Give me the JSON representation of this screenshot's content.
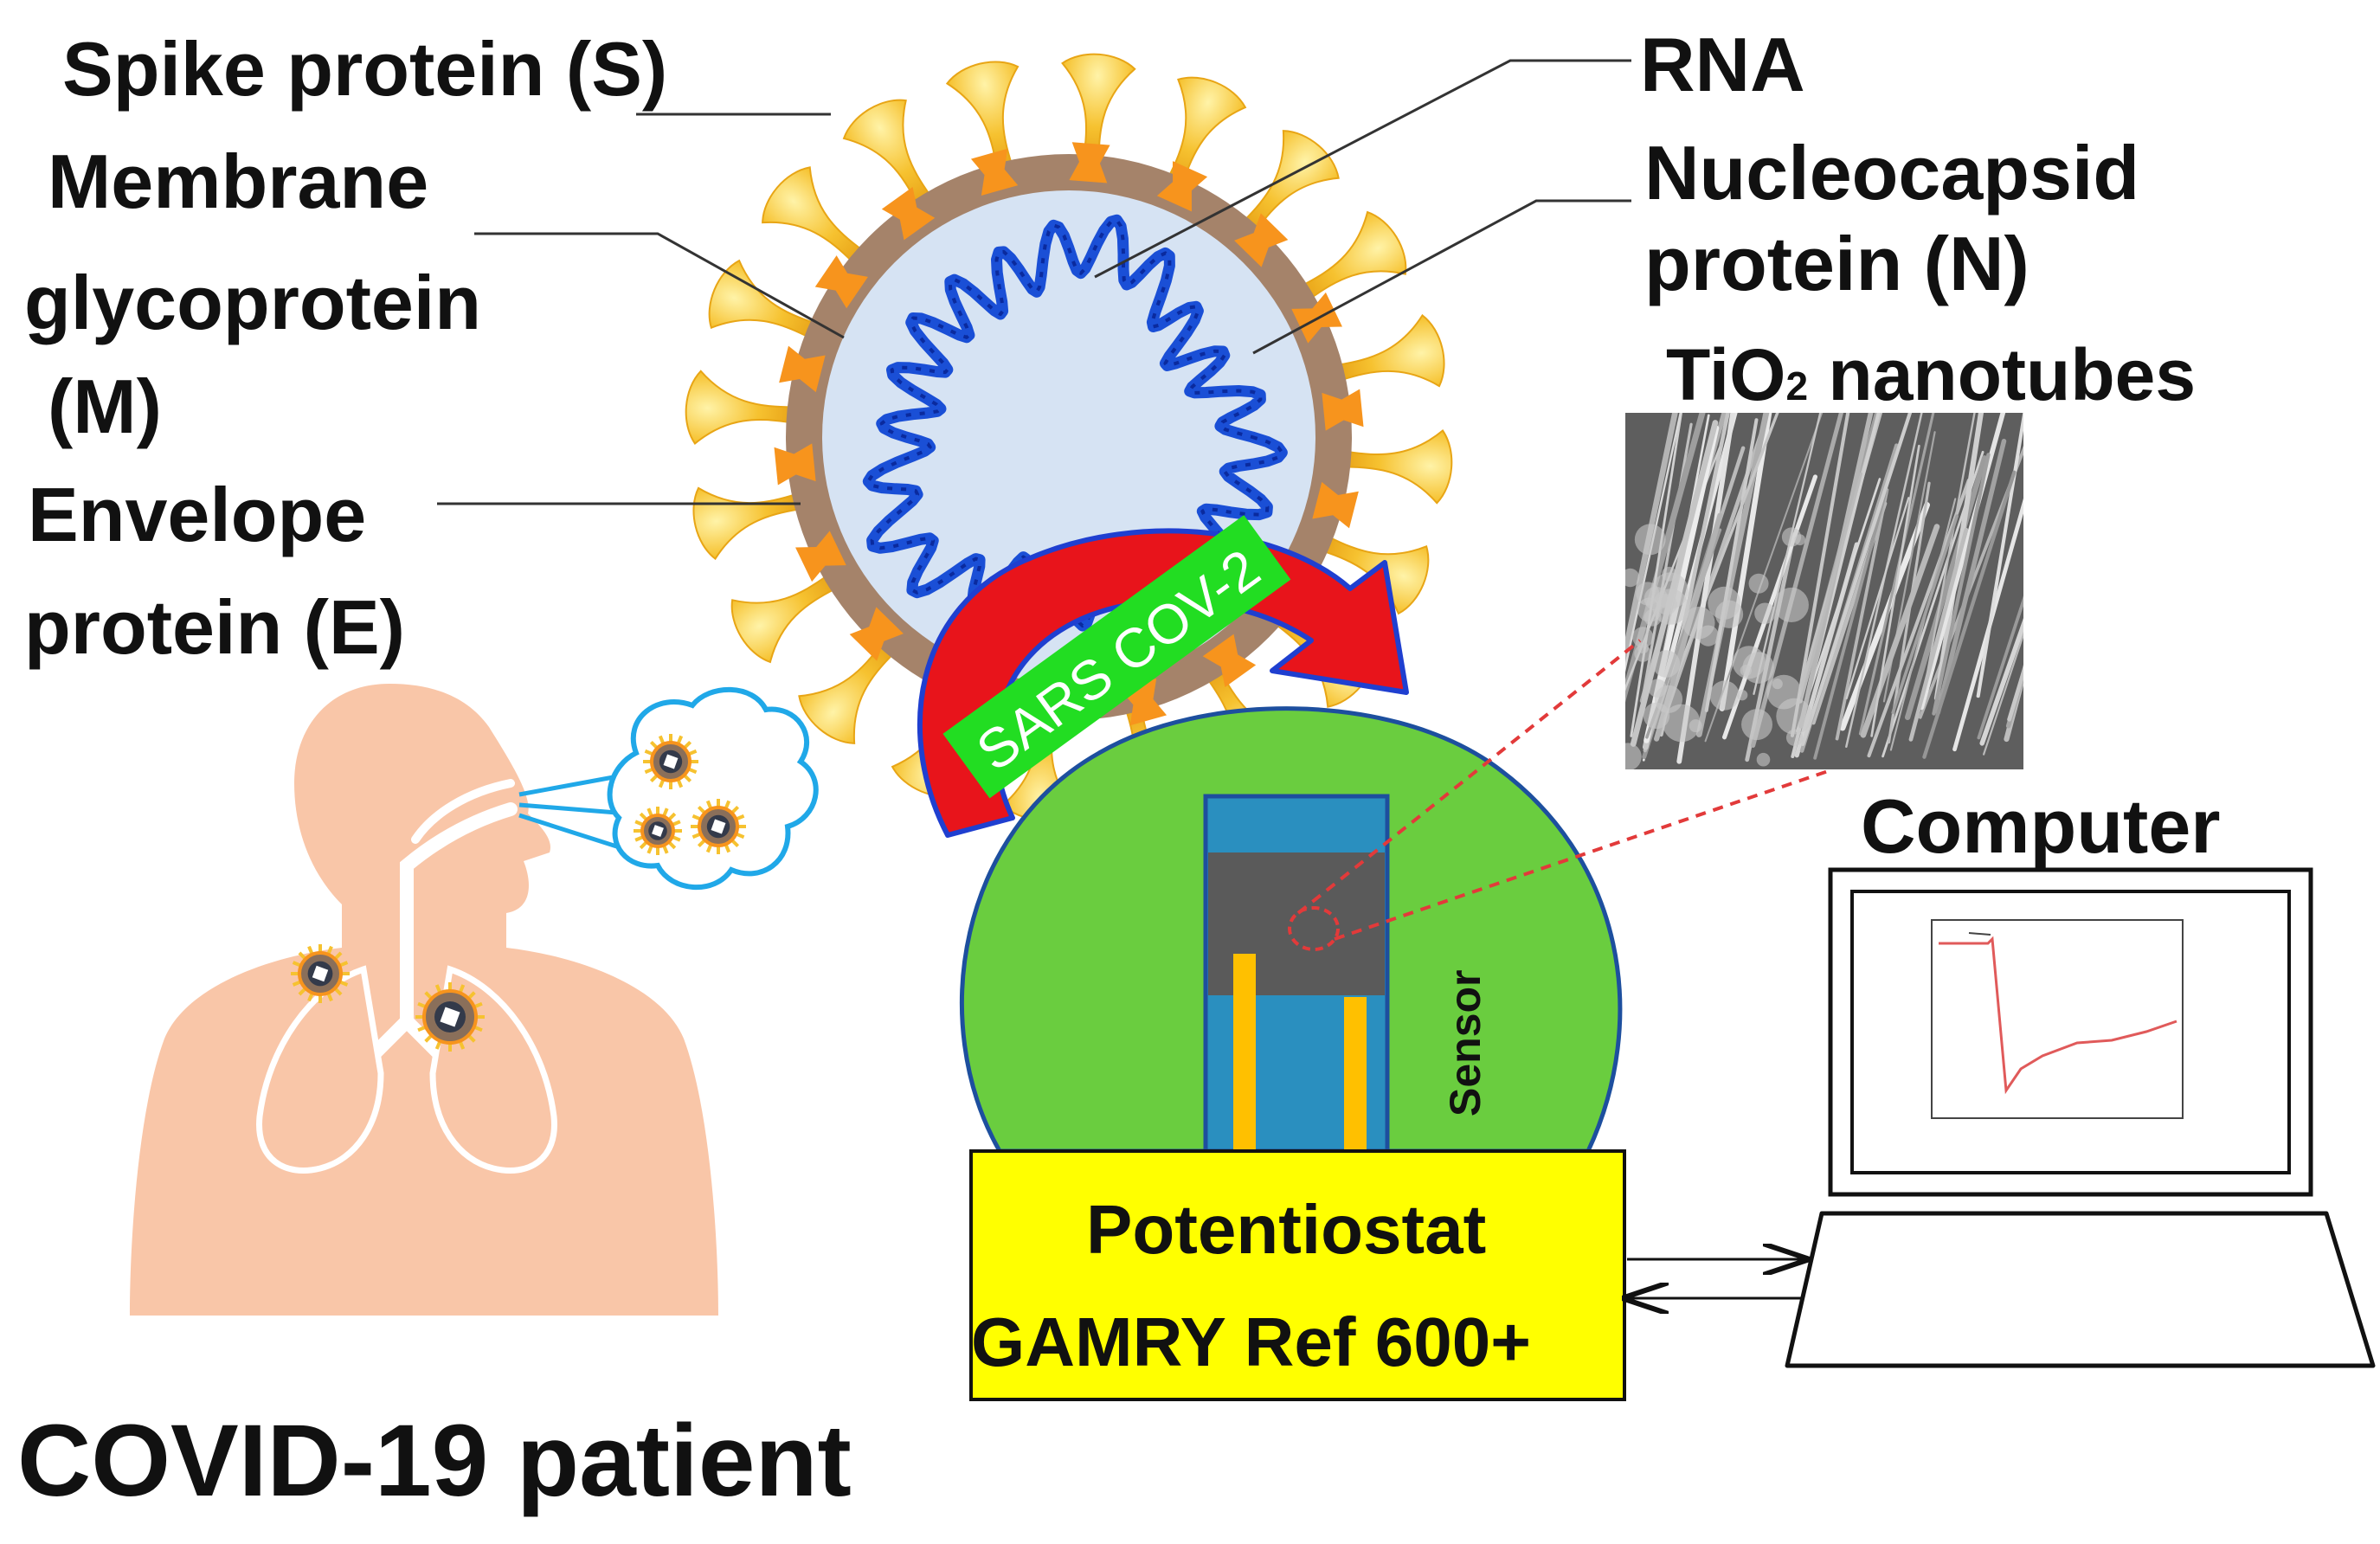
{
  "labels": {
    "spike": "Spike protein (S)",
    "membrane_1": "Membrane",
    "membrane_2": "glycoprotein",
    "membrane_3": "(M)",
    "envelope_1": "Envelope",
    "envelope_2": "protein (E)",
    "rna": "RNA",
    "nucleocapsid_1": "Nucleocapsid",
    "nucleocapsid_2": "protein (N)",
    "tio2_main": "TiO",
    "tio2_sub": "2",
    "tio2_rest": " nanotubes",
    "computer": "Computer",
    "virus_name": "SARS COV-2",
    "sensor": "Sensor",
    "potentiostat_1": "Potentiostat",
    "potentiostat_2": "GAMRY Ref 600+",
    "patient": "COVID-19 patient"
  },
  "colors": {
    "virus_shell": "#a5836a",
    "virus_inner": "#d6e3f3",
    "rna_strand": "#1a4fd6",
    "spike_fill": "#f6c230",
    "membrane_bead": "#f7941d",
    "arrow_red": "#e8141b",
    "arrow_blue": "#1f3fd0",
    "banner_green": "#22dd22",
    "sensor_green": "#6acd3f",
    "electrode_blue": "#2a8fbf",
    "electrode_dark": "#5a5a5a",
    "contact_yellow": "#ffc000",
    "potentiostat_yellow": "#ffff00",
    "skin": "#f9c6a8",
    "cloud_blue": "#20a8e8",
    "dashed_red": "#e23a3a",
    "plot_line": "#e05a5a"
  },
  "icons": [
    "virus-icon",
    "human-body-icon",
    "lungs-icon",
    "cloud-icon",
    "laptop-icon",
    "electrode-icon"
  ]
}
